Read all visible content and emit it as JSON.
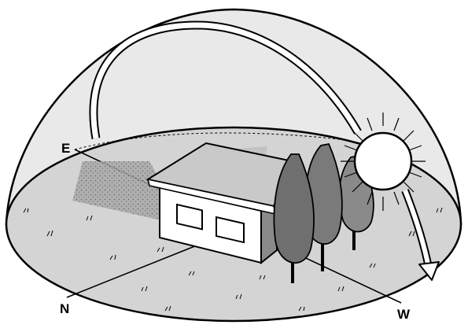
{
  "compass": {
    "east": "E",
    "north": "N",
    "west": "W"
  },
  "colors": {
    "dome_fill": "#e9e9e9",
    "ground_fill": "#d4d4d4",
    "shadow_fill": "#9a9a9a",
    "tree_fill": "#7d7d7d",
    "house_wall": "#ffffff",
    "roof_fill": "#c9c9c9",
    "sun_fill": "#ffffff",
    "ink": "#000000"
  }
}
